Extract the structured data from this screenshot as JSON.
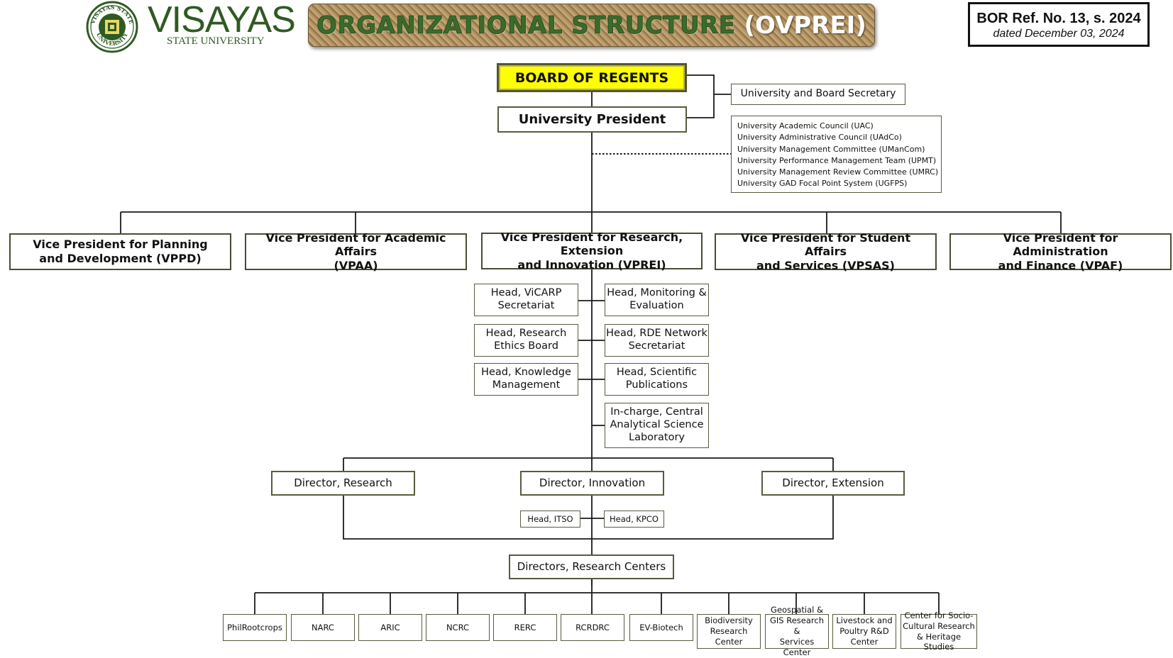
{
  "header": {
    "university_name": "VISAYAS",
    "university_sub": "STATE UNIVERSITY",
    "logo_text": "VISAYAS STATE UNIVERSITY",
    "title_main": "ORGANIZATIONAL STRUCTURE",
    "title_paren": "(OVPREI)",
    "bor_ref": "BOR Ref. No. 13, s. 2024",
    "bor_date": "dated December 03, 2024"
  },
  "board_of_regents": "BOARD OF REGENTS",
  "university_president": "University President",
  "university_board_secretary": "University and Board Secretary",
  "councils": [
    "University Academic Council (UAC)",
    "University Administrative Council (UAdCo)",
    "University Management Committee (UManCom)",
    "University Performance Management Team (UPMT)",
    "University Management Review Committee (UMRC)",
    "University GAD Focal Point System (UGFPS)"
  ],
  "vice_presidents": [
    "Vice President for Planning\nand Development (VPPD)",
    "Vice President for Academic Affairs\n(VPAA)",
    "Vice President for Research, Extension\nand Innovation (VPREI)",
    "Vice President for Student Affairs\nand Services (VPSAS)",
    "Vice President for Administration\nand Finance (VPAF)"
  ],
  "heads_left": [
    "Head, ViCARP\nSecretariat",
    "Head, Research\nEthics Board",
    "Head, Knowledge\nManagement"
  ],
  "heads_right": [
    "Head, Monitoring &\nEvaluation",
    "Head, RDE Network\nSecretariat",
    "Head, Scientific\nPublications",
    "In-charge, Central\nAnalytical Science\nLaboratory"
  ],
  "directors": [
    "Director, Research",
    "Director, Innovation",
    "Director, Extension"
  ],
  "innovation_heads": [
    "Head, ITSO",
    "Head, KPCO"
  ],
  "research_centers_director": "Directors, Research Centers",
  "research_centers": [
    "PhilRootcrops",
    "NARC",
    "ARIC",
    "NCRC",
    "RERC",
    "RCRDRC",
    "EV-Biotech",
    "Biodiversity\nResearch\nCenter",
    "Geospatial &\nGIS Research &\nServices Center",
    "Livestock and\nPoultry R&D\nCenter",
    "Center for Socio-\nCultural Research\n& Heritage Studies"
  ],
  "colors": {
    "line": "#1a1a1a",
    "box_border": "#555d3f",
    "board_fill": "#ffff00",
    "brand_green": "#2f5a21",
    "banner_texture": "#a8895a"
  }
}
